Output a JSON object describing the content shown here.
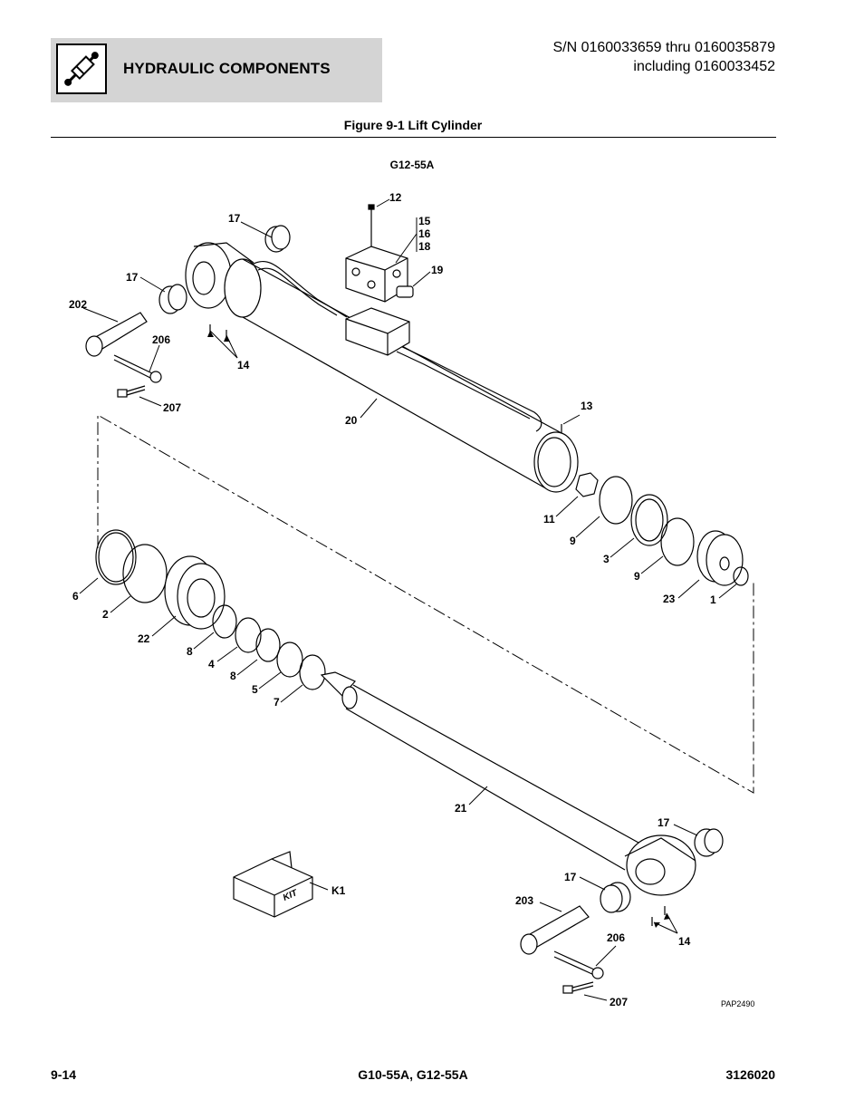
{
  "header": {
    "title": "HYDRAULIC COMPONENTS",
    "icon": "hydraulic-cylinder-icon",
    "serial_line1": "S/N 0160033659 thru 0160035879",
    "serial_line2": "including 0160033452"
  },
  "figure": {
    "title": "Figure 9-1 Lift Cylinder",
    "model_label": "G12-55A",
    "drawing_number": "PAP2490"
  },
  "callouts": {
    "c1": "1",
    "c2": "2",
    "c3": "3",
    "c4": "4",
    "c5": "5",
    "c6": "6",
    "c7": "7",
    "c8a": "8",
    "c8b": "8",
    "c9a": "9",
    "c9b": "9",
    "c11": "11",
    "c12": "12",
    "c13": "13",
    "c14a": "14",
    "c14b": "14",
    "c15": "15",
    "c16": "16",
    "c18": "18",
    "c17a": "17",
    "c17b": "17",
    "c17c": "17",
    "c17d": "17",
    "c19": "19",
    "c20": "20",
    "c21": "21",
    "c22": "22",
    "c23": "23",
    "c202": "202",
    "c203": "203",
    "c206a": "206",
    "c206b": "206",
    "c207a": "207",
    "c207b": "207",
    "ck1": "K1",
    "kit": "KIT"
  },
  "footer": {
    "page": "9-14",
    "models": "G10-55A, G12-55A",
    "doc_number": "3126020"
  }
}
